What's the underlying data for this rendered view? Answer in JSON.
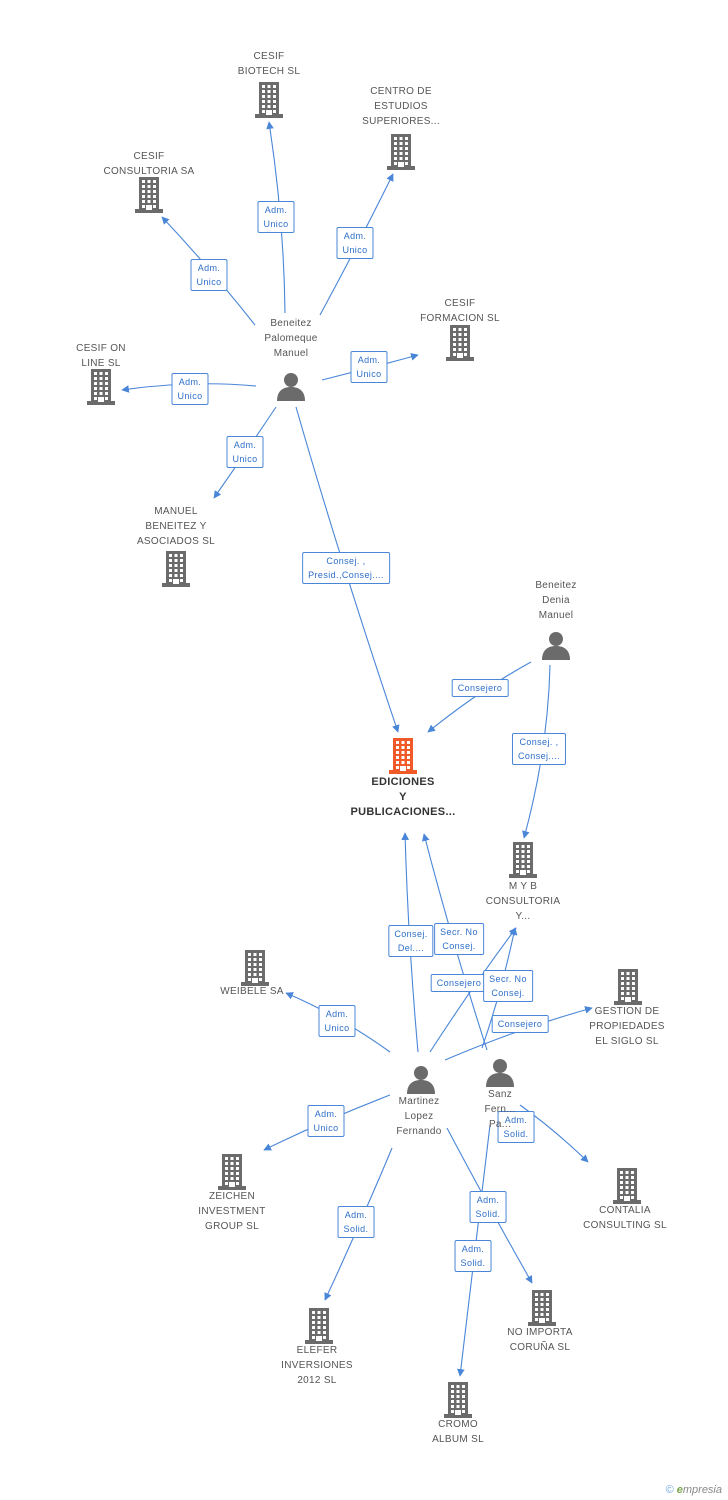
{
  "colors": {
    "edge": "#4a86d8",
    "building": "#6b6b6b",
    "focus_building": "#f05a28",
    "person": "#6b6b6b"
  },
  "nodes": [
    {
      "id": "cesif_biotech",
      "type": "company",
      "label": "CESIF\nBIOTECH SL"
    },
    {
      "id": "centro_estudios",
      "type": "company",
      "label": "CENTRO DE\nESTUDIOS\nSUPERIORES..."
    },
    {
      "id": "cesif_consultoria",
      "type": "company",
      "label": "CESIF\nCONSULTORIA SA"
    },
    {
      "id": "cesif_formacion",
      "type": "company",
      "label": "CESIF\nFORMACION SL"
    },
    {
      "id": "cesif_online",
      "type": "company",
      "label": "CESIF ON\nLINE SL"
    },
    {
      "id": "beneitez_palomeque",
      "type": "person",
      "label": "Beneitez\nPalomeque\nManuel"
    },
    {
      "id": "manuel_beneitez",
      "type": "company",
      "label": "MANUEL\nBENEITEZ Y\nASOCIADOS SL"
    },
    {
      "id": "beneitez_denia",
      "type": "person",
      "label": "Beneitez\nDenia\nManuel"
    },
    {
      "id": "ediciones",
      "type": "focus",
      "label": "EDICIONES\nY\nPUBLICACIONES..."
    },
    {
      "id": "myb",
      "type": "company",
      "label": "M Y B\nCONSULTORIA\nY..."
    },
    {
      "id": "weibele",
      "type": "company",
      "label": "WEIBELE SA"
    },
    {
      "id": "gestion",
      "type": "company",
      "label": "GESTION DE\nPROPIEDADES\nEL SIGLO SL"
    },
    {
      "id": "martinez",
      "type": "person",
      "label": "Martinez\nLopez\nFernando"
    },
    {
      "id": "sanz",
      "type": "person",
      "label": "Sanz\nFern...\nPa..."
    },
    {
      "id": "zeichen",
      "type": "company",
      "label": "ZEICHEN\nINVESTMENT\nGROUP SL"
    },
    {
      "id": "contalia",
      "type": "company",
      "label": "CONTALIA\nCONSULTING SL"
    },
    {
      "id": "elefer",
      "type": "company",
      "label": "ELEFER\nINVERSIONES\n2012 SL"
    },
    {
      "id": "no_importa",
      "type": "company",
      "label": "NO IMPORTA\nCORUÑA SL"
    },
    {
      "id": "cromo",
      "type": "company",
      "label": "CROMO\nALBUM SL"
    }
  ],
  "edges": [
    {
      "from": "beneitez_palomeque",
      "to": "cesif_biotech",
      "label": "Adm.\nUnico"
    },
    {
      "from": "beneitez_palomeque",
      "to": "centro_estudios",
      "label": "Adm.\nUnico"
    },
    {
      "from": "beneitez_palomeque",
      "to": "cesif_consultoria",
      "label": "Adm.\nUnico"
    },
    {
      "from": "beneitez_palomeque",
      "to": "cesif_formacion",
      "label": "Adm.\nUnico"
    },
    {
      "from": "beneitez_palomeque",
      "to": "cesif_online",
      "label": "Adm.\nUnico"
    },
    {
      "from": "beneitez_palomeque",
      "to": "manuel_beneitez",
      "label": "Adm.\nUnico"
    },
    {
      "from": "beneitez_palomeque",
      "to": "ediciones",
      "label": "Consej. ,\nPresid.,Consej...."
    },
    {
      "from": "beneitez_denia",
      "to": "ediciones",
      "label": "Consejero"
    },
    {
      "from": "beneitez_denia",
      "to": "myb",
      "label": "Consej. ,\nConsej...."
    },
    {
      "from": "martinez",
      "to": "ediciones",
      "label": "Consej.\nDel...."
    },
    {
      "from": "martinez",
      "to": "myb",
      "label": "Consejero"
    },
    {
      "from": "martinez",
      "to": "gestion",
      "label": "Consejero"
    },
    {
      "from": "martinez",
      "to": "weibele",
      "label": "Adm.\nUnico"
    },
    {
      "from": "martinez",
      "to": "zeichen",
      "label": "Adm.\nUnico"
    },
    {
      "from": "martinez",
      "to": "elefer",
      "label": "Adm.\nSolid."
    },
    {
      "from": "martinez",
      "to": "no_importa",
      "label": "Adm.\nSolid."
    },
    {
      "from": "sanz",
      "to": "ediciones",
      "label": "Secr. No\nConsej."
    },
    {
      "from": "sanz",
      "to": "myb",
      "label": "Secr. No\nConsej."
    },
    {
      "from": "sanz",
      "to": "contalia",
      "label": "Adm.\nSolid."
    },
    {
      "from": "sanz",
      "to": "cromo",
      "label": "Adm.\nSolid."
    }
  ],
  "footer": {
    "copyright": "©",
    "brand_initial": "e",
    "brand_rest": "mpresia"
  }
}
